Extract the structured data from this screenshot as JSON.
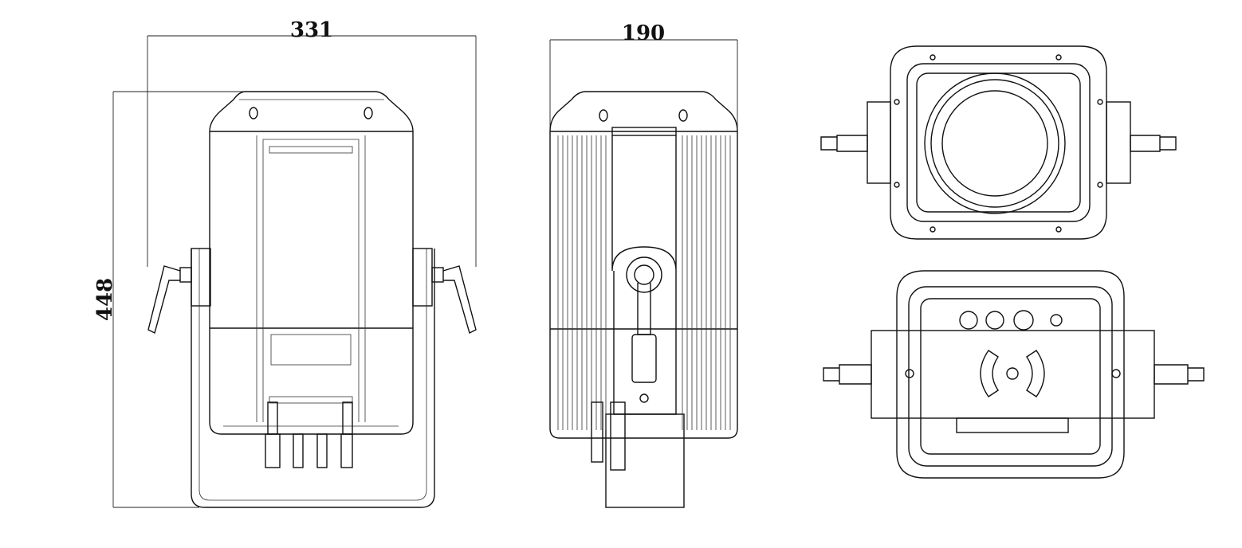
{
  "dimensions": {
    "width_front": "331",
    "depth_side": "190",
    "height": "448"
  },
  "views": [
    "front-view",
    "side-view",
    "top-view",
    "bottom-view"
  ]
}
